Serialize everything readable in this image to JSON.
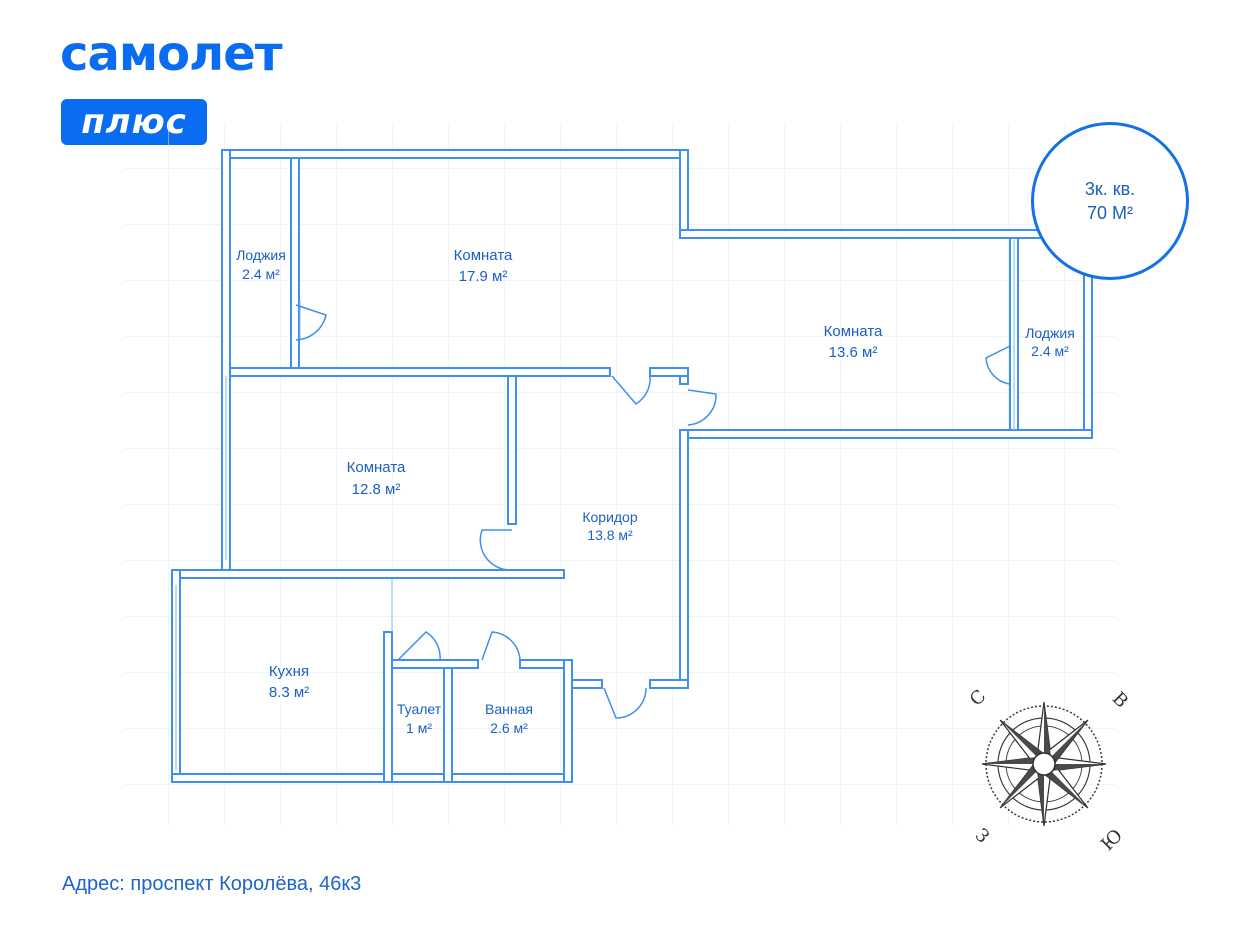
{
  "brand": {
    "name": "самолет",
    "sub": "плюс"
  },
  "apartment": {
    "rooms": "3к. кв.",
    "area": "70 М²"
  },
  "plan": {
    "rooms": [
      {
        "name": "Лоджия",
        "area": "2.4 м²"
      },
      {
        "name": "Комната",
        "area": "17.9 м²"
      },
      {
        "name": "Комната",
        "area": "13.6 м²"
      },
      {
        "name": "Лоджия",
        "area": "2.4 м²"
      },
      {
        "name": "Комната",
        "area": "12.8 м²"
      },
      {
        "name": "Коридор",
        "area": "13.8 м²"
      },
      {
        "name": "Кухня",
        "area": "8.3 м²"
      },
      {
        "name": "Туалет",
        "area": "1 м²"
      },
      {
        "name": "Ванная",
        "area": "2.6 м²"
      }
    ]
  },
  "compass": {
    "n": "С",
    "e": "В",
    "s": "Ю",
    "w": "З"
  },
  "address": "Адрес: проспект Королёва, 46к3",
  "colors": {
    "accent": "#0a6cf0",
    "wall": "#3d8ff0",
    "grid": "#dde9f7"
  }
}
